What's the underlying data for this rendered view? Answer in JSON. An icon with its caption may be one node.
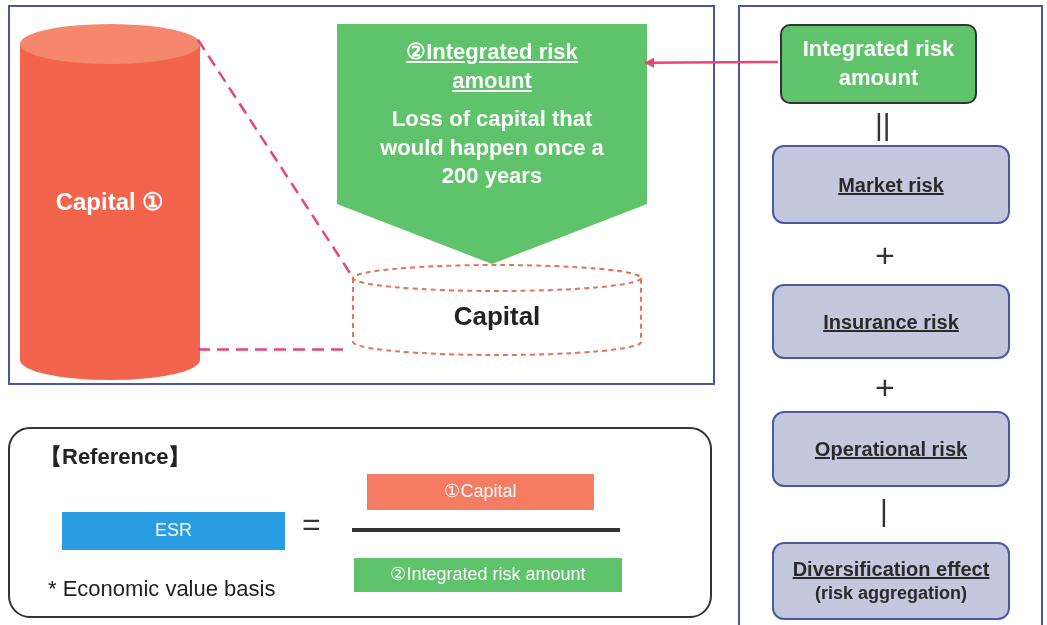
{
  "diagram": {
    "nodes": [
      {
        "text": [],
        "shape": "box"
      },
      {
        "text": [
          "Capital ①"
        ],
        "in": 0
      },
      {
        "text": [
          "②Integrated risk amount",
          "Loss of capital that would happen once a 200 years"
        ],
        "in": 0
      },
      {
        "text": [
          "Capital"
        ],
        "in": 0
      },
      {
        "text": [],
        "shape": "box"
      },
      {
        "text": [
          "Integrated risk amount"
        ],
        "in": 4
      },
      {
        "text": [
          "Market risk"
        ],
        "in": 4
      },
      {
        "text": [
          "Insurance risk"
        ],
        "in": 4
      },
      {
        "text": [
          "Operational risk"
        ],
        "in": 4
      },
      {
        "text": [
          "Diversification effect",
          "(risk aggregation)"
        ],
        "in": 4
      },
      {
        "text": [
          "【Reference】"
        ]
      },
      {
        "text": [
          "ESR"
        ],
        "in": 10
      },
      {
        "text": [
          "①Capital"
        ],
        "in": 10
      },
      {
        "text": [
          "②Integrated risk amount"
        ],
        "in": 10
      }
    ],
    "edges": [
      {
        "from": 5,
        "to": 2,
        "arrow": "to"
      },
      {
        "from": 1,
        "to": 3,
        "arrow": "none",
        "style": "dashed"
      },
      {
        "from": 1,
        "to": 3,
        "arrow": "none",
        "style": "dashed"
      }
    ],
    "labels": [
      "||",
      "+",
      "+",
      "|",
      "=",
      "* Economic value basis"
    ]
  }
}
